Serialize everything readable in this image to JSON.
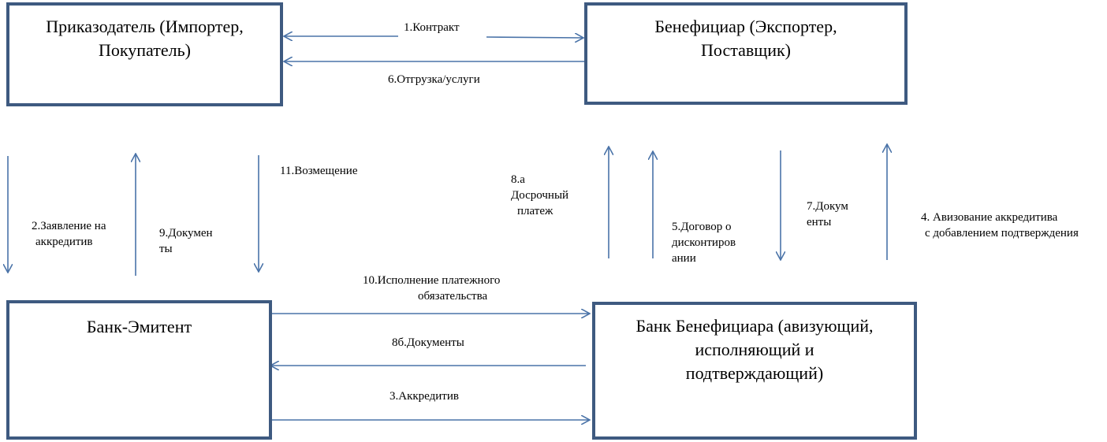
{
  "boxes": {
    "applicant": {
      "line1": "Приказодатель (Импортер,",
      "line2": "Покупатель)"
    },
    "beneficiary": {
      "line1": "Бенефициар (Экспортер,",
      "line2": "Поставщик)"
    },
    "issuing_bank": {
      "line1": "Банк-Эмитент"
    },
    "beneficiary_bank": {
      "line1": "Банк Бенефициара (авизующий,",
      "line2": "исполняющий и",
      "line3": "подтверждающий)"
    }
  },
  "labels": {
    "contract": "1.Контракт",
    "shipment": "6.Отгрузка/услуги",
    "application_l1": "2.Заявление на",
    "application_l2": "аккредитив",
    "documents9_l1": "9.Докумен",
    "documents9_l2": "ты",
    "reimbursement": "11.Возмещение",
    "early_payment_l1": "8.а",
    "early_payment_l2": "Досрочный",
    "early_payment_l3": "платеж",
    "discount_l1": "5.Договор о",
    "discount_l2": "дисконтиров",
    "discount_l3": "ании",
    "documents7_l1": "7.Докум",
    "documents7_l2": "енты",
    "advising_l1": "4. Авизование аккредитива",
    "advising_l2": "с добавлением подтверждения",
    "execution_l1": "10.Исполнение платежного",
    "execution_l2": "обязательства",
    "documents8b": "8б.Документы",
    "letter_of_credit": "3.Аккредитив"
  },
  "colors": {
    "box_border": "#3e5a80",
    "arrow": "#4a73a8"
  }
}
